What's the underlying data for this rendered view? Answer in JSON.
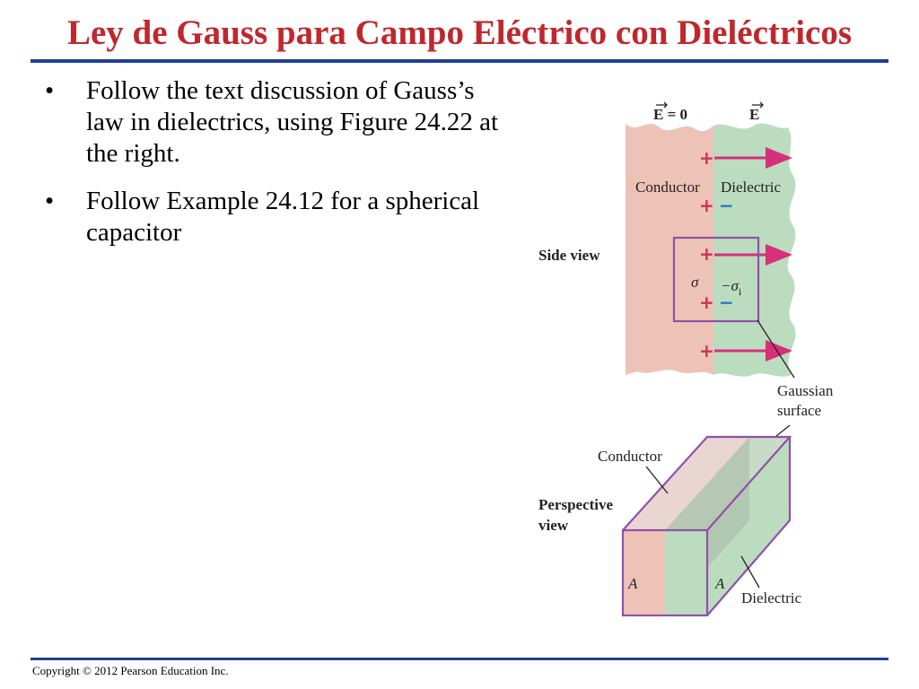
{
  "title": "Ley de Gauss para Campo Eléctrico con Dieléctricos",
  "bullets": [
    {
      "symbol": "•",
      "text": "Follow the text discussion of Gauss’s law in dielectrics, using Figure 24.22 at the right."
    },
    {
      "symbol": "•",
      "text": "Follow Example 24.12 for a spherical capacitor"
    }
  ],
  "figure": {
    "e_zero": "E = 0",
    "e_field": "E",
    "conductor": "Conductor",
    "dielectric": "Dielectric",
    "side_view": "Side view",
    "sigma": "σ",
    "neg_sigma": "−σ",
    "sigma_sub": "i",
    "gaussian_line1": "Gaussian",
    "gaussian_line2": "surface",
    "conductor_persp": "Conductor",
    "perspective_line1": "Perspective",
    "perspective_line2": "view",
    "area_left": "A",
    "area_right": "A",
    "dielectric_persp": "Dielectric",
    "plus": "+",
    "minus": "−",
    "colors": {
      "conductor": "#eec3b7",
      "dielectric": "#bcdcc0",
      "arrow": "#d6307a",
      "gaussian_box": "#9150a8",
      "title": "#c0272d",
      "rule": "#1f3f97"
    }
  },
  "footer": "Copyright © 2012 Pearson Education Inc."
}
